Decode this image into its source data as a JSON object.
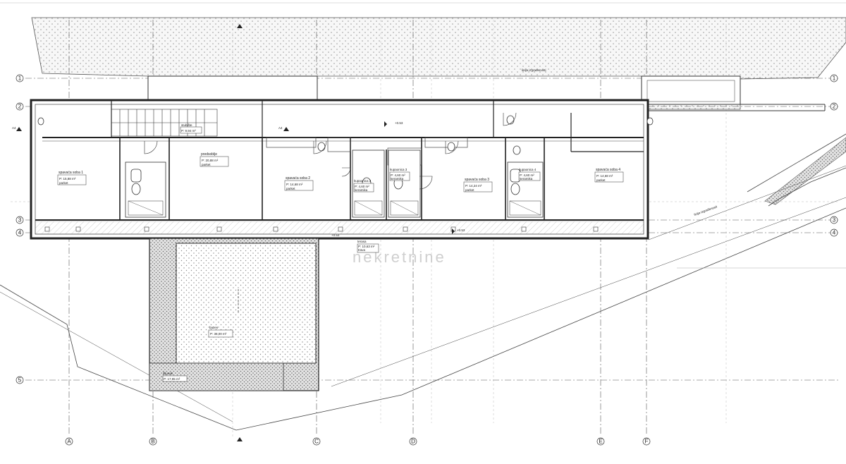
{
  "axes": {
    "columns": [
      "A",
      "B",
      "C",
      "D",
      "E",
      "F"
    ],
    "rows": [
      "1",
      "2",
      "3",
      "4",
      "5"
    ]
  },
  "rooms": {
    "room1": {
      "name": "spavaća soba 1",
      "area": "P: 15,88 m²",
      "floor": "parket"
    },
    "living": {
      "name": "predsoblje",
      "area": "P: 20,88 m²",
      "floor": "parket"
    },
    "room2": {
      "name": "spavaća soba 2",
      "area": "P: 14,68 m²",
      "floor": "parket"
    },
    "bath2": {
      "name": "kupaonica 2",
      "area": "P: 4,60 m²",
      "floor": "keramika"
    },
    "bath3": {
      "name": "kupaonica 3",
      "area": "P: 4,60 m²",
      "floor": "keramika"
    },
    "room3": {
      "name": "spavaća soba 3",
      "area": "P: 14,24 m²",
      "floor": "parket"
    },
    "bath4": {
      "name": "kupaonica 4",
      "area": "P: 4,60 m²",
      "floor": "keramika"
    },
    "room4": {
      "name": "spavaća soba 4",
      "area": "P: 14,68 m²",
      "floor": "parket"
    },
    "stairs": {
      "name": "stubište",
      "area": "P: 9,94 m²"
    },
    "terrace": {
      "name": "terasa",
      "area": "P: 10,63 m²",
      "floor": "trava"
    },
    "pool": {
      "name": "bazen",
      "area": "P: 38,00 m²"
    },
    "pool_deck": {
      "name": "šljunak",
      "area": "P: 17,95 m²"
    }
  },
  "labels": {
    "boundary_top": "linija izgrađenosti",
    "boundary_right": "linija izgrađenosti",
    "level_a": "+0.53",
    "level_b": "+0.53",
    "level_c": "+0.53",
    "section_left": "A4",
    "section_mid": "A4"
  },
  "watermark": "nekretnine"
}
